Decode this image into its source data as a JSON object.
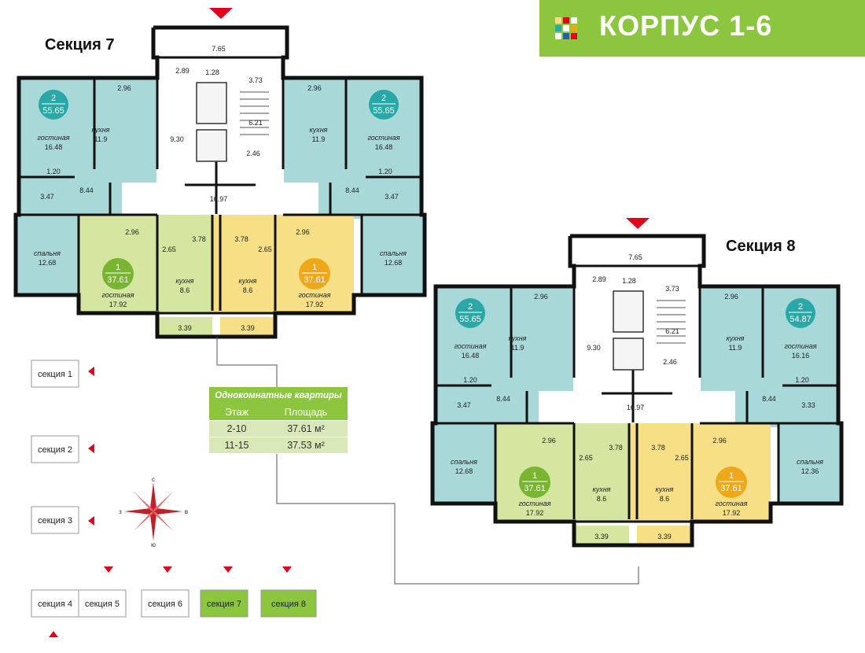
{
  "header": {
    "title": "КОРПУС 1-6",
    "accent": "#8cc63f"
  },
  "colors": {
    "two_room": "#a9d8d8",
    "one_left": "#d4e6a0",
    "one_right": "#f7df86",
    "badge_two": "#2aa7a7",
    "badge_one_left": "#7ab531",
    "badge_one_right": "#f0a81b",
    "wall": "#111111",
    "entry": "#e3001b"
  },
  "section7": {
    "title": "Секция 7",
    "dims": {
      "top": "7.65",
      "a": "2.89",
      "b": "1.28",
      "c": "3.73",
      "stair": "6.21",
      "lift": "9.30",
      "d": "2.46",
      "corridor": "16.97",
      "lbal": "2.96",
      "rbal": "2.96",
      "lbal2": "2.96",
      "rbal2": "2.96",
      "lhall": "8.44",
      "rhall": "8.44",
      "lwc": "1.20",
      "rwc": "1.20",
      "lbath": "3.47",
      "rbath": "3.47",
      "lmid": "3.78",
      "rmid": "3.78",
      "lk2": "2.65",
      "rk2": "2.65",
      "lloggia": "3.39",
      "rloggia": "3.39"
    },
    "apt_tl": {
      "rooms": "2",
      "area": "55.65",
      "living_label": "гостиная",
      "living": "16.48",
      "kitchen_label": "кухня",
      "kitchen": "11.9",
      "bed_label": "спальня",
      "bed": "12.68"
    },
    "apt_tr": {
      "rooms": "2",
      "area": "55.65",
      "living_label": "гостиная",
      "living": "16.48",
      "kitchen_label": "кухня",
      "kitchen": "11.9",
      "bed_label": "спальня",
      "bed": "12.68"
    },
    "apt_bl": {
      "rooms": "1",
      "area": "37.61",
      "living_label": "гостиная",
      "living": "17.92",
      "kitchen_label": "кухня",
      "kitchen": "8.6"
    },
    "apt_br": {
      "rooms": "1",
      "area": "37.61",
      "living_label": "гостиная",
      "living": "17.92",
      "kitchen_label": "кухня",
      "kitchen": "8.6"
    }
  },
  "section8": {
    "title": "Секция 8",
    "dims": {
      "top": "7.65",
      "a": "2.89",
      "b": "1.28",
      "c": "3.73",
      "stair": "6.21",
      "lift": "9.30",
      "d": "2.46",
      "corridor": "16.97",
      "lbal": "2.96",
      "rbal": "2.96",
      "lbal2": "2.96",
      "rbal2": "2.96",
      "lhall": "8.44",
      "rhall": "8.44",
      "lwc": "1.20",
      "rwc": "1.20",
      "lbath": "3.47",
      "rbath": "3.33",
      "lmid": "3.78",
      "rmid": "3.78",
      "lk2": "2.65",
      "rk2": "2.65",
      "lloggia": "3.39",
      "rloggia": "3.39"
    },
    "apt_tl": {
      "rooms": "2",
      "area": "55.65",
      "living_label": "гостиная",
      "living": "16.48",
      "kitchen_label": "кухня",
      "kitchen": "11.9",
      "bed_label": "спальня",
      "bed": "12.68"
    },
    "apt_tr": {
      "rooms": "2",
      "area": "54.87",
      "living_label": "гостиная",
      "living": "16.16",
      "kitchen_label": "кухня",
      "kitchen": "11.9",
      "bed_label": "спальня",
      "bed": "12.36"
    },
    "apt_bl": {
      "rooms": "1",
      "area": "37.61",
      "living_label": "гостиная",
      "living": "17.92",
      "kitchen_label": "кухня",
      "kitchen": "8.6"
    },
    "apt_br": {
      "rooms": "1",
      "area": "37.61",
      "living_label": "гостиная",
      "living": "17.92",
      "kitchen_label": "кухня",
      "kitchen": "8.6"
    }
  },
  "legend": {
    "title": "Однокомнатные квартиры",
    "col_floor": "Этаж",
    "col_area": "Площадь",
    "rows": [
      {
        "floor": "2-10",
        "area": "37.61 м²"
      },
      {
        "floor": "11-15",
        "area": "37.53 м²"
      }
    ]
  },
  "compass": {
    "n": "с",
    "s": "ю",
    "w": "з",
    "e": "в"
  },
  "siteplan": {
    "s1": "секция 1",
    "s2": "секция 2",
    "s3": "секция 3",
    "s4": "секция 4",
    "s5": "секция 5",
    "s6": "секция 6",
    "s7": "секция 7",
    "s8": "секция 8"
  }
}
